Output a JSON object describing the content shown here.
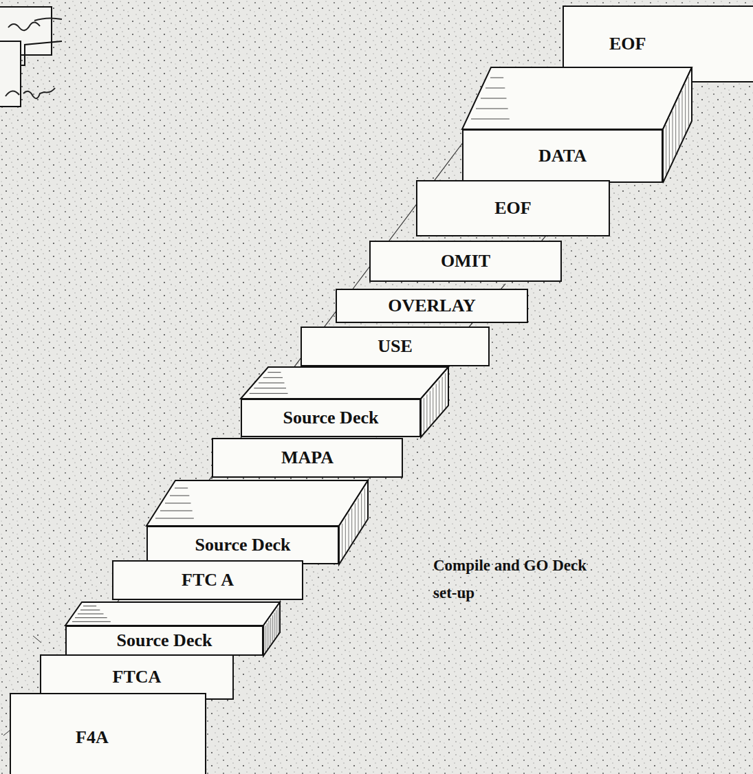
{
  "diagram": {
    "caption": "Compile and GO Deck set-up",
    "nodes": [
      {
        "text": [
          "F4A"
        ]
      },
      {
        "text": [
          "FTCA"
        ]
      },
      {
        "text": [
          "Source Deck"
        ]
      },
      {
        "text": [
          "FTC A"
        ]
      },
      {
        "text": [
          "Source Deck"
        ]
      },
      {
        "text": [
          "MAPA"
        ]
      },
      {
        "text": [
          "Source Deck"
        ]
      },
      {
        "text": [
          "USE"
        ]
      },
      {
        "text": [
          "OVERLAY"
        ]
      },
      {
        "text": [
          "OMIT"
        ]
      },
      {
        "text": [
          "EOF"
        ]
      },
      {
        "text": [
          "DATA"
        ]
      },
      {
        "text": [
          "EOF"
        ]
      }
    ]
  }
}
